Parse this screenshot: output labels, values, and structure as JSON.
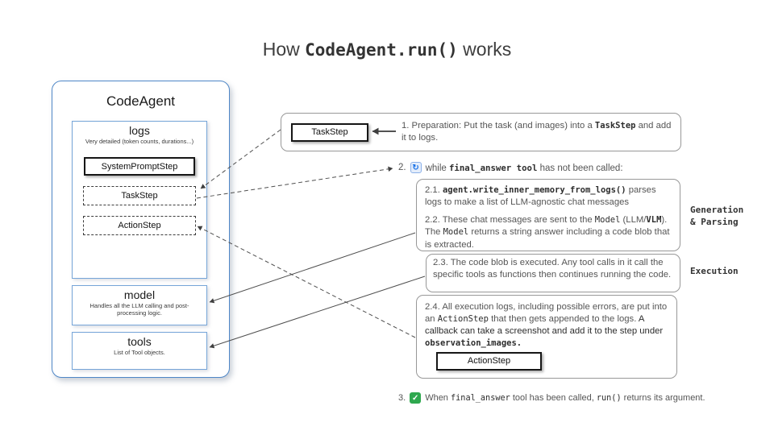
{
  "colors": {
    "accent-blue": "#4f87c7",
    "subbox-blue": "#76a5d8",
    "note-border": "#989898",
    "text-main": "#555555",
    "check-green": "#2fa84f",
    "loop-blue": "#1a73e8"
  },
  "icons": {
    "loop": "↻",
    "check": "✓"
  },
  "title": {
    "segments": [
      {
        "text": "How "
      },
      {
        "text": "CodeAgent.run()",
        "mono": true,
        "bold": true
      },
      {
        "text": " works"
      }
    ]
  },
  "agent": {
    "title": "CodeAgent",
    "logs": {
      "title": "logs",
      "subtitle": "Very detailed (token counts, durations...)",
      "steps": [
        {
          "label": "SystemPromptStep"
        },
        {
          "label": "TaskStep"
        },
        {
          "label": "ActionStep"
        }
      ]
    },
    "model": {
      "title": "model",
      "subtitle": "Handles all the LLM calling and post-processing logic."
    },
    "tools": {
      "title": "tools",
      "subtitle": "List of Tool objects."
    }
  },
  "flow": {
    "step1": {
      "chip": "TaskStep",
      "segments": [
        {
          "text": "1.  Preparation: Put the task (and images) into a "
        },
        {
          "text": "TaskStep",
          "mono": true,
          "bold": true,
          "dark": true
        },
        {
          "text": " and add it to logs."
        }
      ]
    },
    "step2": {
      "number": "2.",
      "segments": [
        {
          "text": "while "
        },
        {
          "text": "final_answer tool",
          "mono": true,
          "bold": true,
          "dark": true
        },
        {
          "text": "  has not been called:"
        }
      ]
    },
    "step21": {
      "segments": [
        {
          "text": "2.1. "
        },
        {
          "text": "agent.write_inner_memory_from_logs()",
          "mono": true,
          "bold": true,
          "dark": true
        },
        {
          "text": " parses logs to make a list of LLM-agnostic chat messages"
        }
      ]
    },
    "step22": {
      "segments": [
        {
          "text": "2.2. These chat messages are sent to the "
        },
        {
          "text": "Model",
          "mono": true,
          "dark": true
        },
        {
          "text": " (LLM/"
        },
        {
          "text": "VLM",
          "mono": true,
          "bold": true,
          "dark": true
        },
        {
          "text": "). The "
        },
        {
          "text": "Model",
          "mono": true,
          "dark": true
        },
        {
          "text": "  returns a string answer including a code blob that is extracted."
        }
      ]
    },
    "step23": {
      "segments": [
        {
          "text": "2.3. The code blob is executed. Any tool calls in it call the specific tools as functions then continues running the code."
        }
      ]
    },
    "step24": {
      "chip": "ActionStep",
      "segments": [
        {
          "text": "2.4. All execution logs, including possible errors, are put into an "
        },
        {
          "text": "ActionStep",
          "mono": true,
          "dark": true
        },
        {
          "text": " that then gets appended to the logs. "
        },
        {
          "text": "A callback can  take a screenshot and add it to the step under ",
          "dark": true
        },
        {
          "text": "observation_images.",
          "mono": true,
          "bold": true,
          "dark": true
        }
      ]
    },
    "step3": {
      "number": "3.",
      "segments": [
        {
          "text": "When "
        },
        {
          "text": "final_answer",
          "mono": true,
          "dark": true
        },
        {
          "text": " tool has been called, "
        },
        {
          "text": "run()",
          "mono": true,
          "dark": true
        },
        {
          "text": " returns its argument."
        }
      ]
    }
  },
  "labels": {
    "generation": [
      "Generation",
      "& Parsing"
    ],
    "execution": "Execution"
  }
}
